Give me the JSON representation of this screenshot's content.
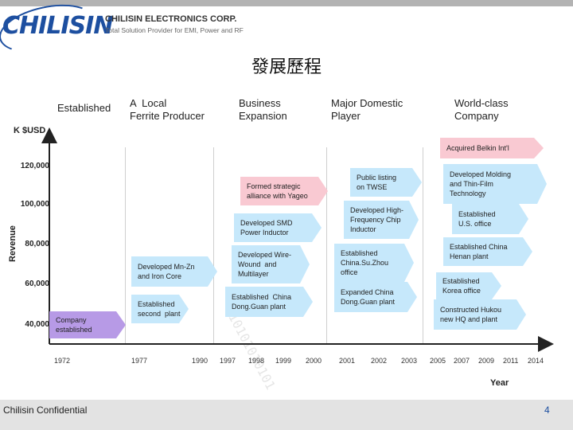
{
  "header": {
    "logo_text": "CHILISIN",
    "company": "CHILISIN ELECTRONICS CORP.",
    "tagline": "Total Solution Provider for EMI, Power and RF",
    "title": "發展歷程"
  },
  "phases": {
    "established": "Established",
    "p1": "A  Local\nFerrite Producer",
    "p2": "Business\nExpansion",
    "p3": "Major Domestic\nPlayer",
    "p4": "World-class\nCompany"
  },
  "chart_data": {
    "type": "timeline",
    "unit_label": "K $USD",
    "ylabel": "Revenue",
    "xlabel": "Year",
    "y_ticks": [
      "120,000",
      "100,000",
      "80,000",
      "60,000",
      "40,000"
    ],
    "x_ticks": [
      "1972",
      "1977",
      "1990",
      "1997",
      "1998",
      "1999",
      "2000",
      "2001",
      "2002",
      "2003",
      "2005",
      "2007",
      "2009",
      "2011",
      "2014"
    ],
    "milestones": [
      {
        "year": "1972",
        "text": "Company\nestablished",
        "color": "#b79ae6"
      },
      {
        "year": "1977",
        "text": "Established\nsecond  plant",
        "color": "#c6e8fb"
      },
      {
        "year": "1990",
        "text": "Developed Mn-Zn\nand Iron Core",
        "color": "#c6e8fb"
      },
      {
        "year": "1998",
        "text": "Established  China\nDong.Guan plant",
        "color": "#c6e8fb"
      },
      {
        "year": "1998",
        "text": "Developed Wire-\nWound  and\nMultilayer",
        "color": "#c6e8fb"
      },
      {
        "year": "1998",
        "text": "Developed SMD\nPower Inductor",
        "color": "#c6e8fb"
      },
      {
        "year": "1998",
        "text": "Formed strategic\nalliance with Yageo",
        "color": "#f9c9d2"
      },
      {
        "year": "2001",
        "text": "Expanded China\nDong.Guan plant",
        "color": "#c6e8fb"
      },
      {
        "year": "2001",
        "text": "Established\nChina.Su.Zhou\noffice",
        "color": "#c6e8fb"
      },
      {
        "year": "2002",
        "text": "Developed High-\nFrequency Chip\nInductor",
        "color": "#c6e8fb"
      },
      {
        "year": "2002",
        "text": "Public listing\non TWSE",
        "color": "#c6e8fb"
      },
      {
        "year": "2007",
        "text": "Constructed Hukou\nnew HQ and plant",
        "color": "#c6e8fb"
      },
      {
        "year": "2007",
        "text": "Established\nKorea office",
        "color": "#c6e8fb"
      },
      {
        "year": "2007",
        "text": "Established China\nHenan plant",
        "color": "#c6e8fb"
      },
      {
        "year": "2009",
        "text": "Established\nU.S. office",
        "color": "#c6e8fb"
      },
      {
        "year": "2009",
        "text": "Developed Molding\nand Thin-Film\nTechnology",
        "color": "#c6e8fb"
      },
      {
        "year": "2014",
        "text": "Acquired Belkin Int'l",
        "color": "#f9c9d2"
      }
    ]
  },
  "watermark": "10101010101",
  "footer": {
    "confidential": "Chilisin Confidential",
    "page": "4"
  }
}
